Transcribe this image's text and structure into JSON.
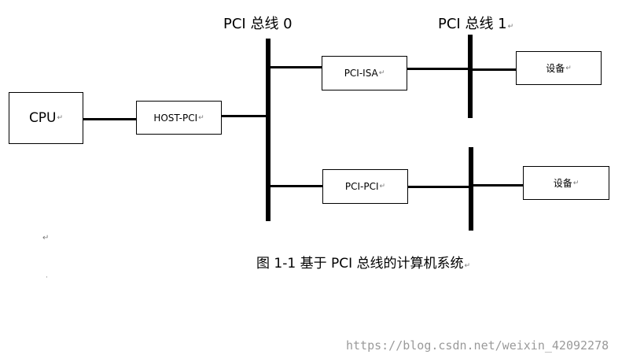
{
  "diagram": {
    "bus0_label": "PCI 总线 0",
    "bus1_label": "PCI 总线 1",
    "cpu_label": "CPU",
    "host_pci_label": "HOST-PCI",
    "pci_isa_label": "PCI-ISA",
    "pci_pci_label": "PCI-PCI",
    "device_top_label": "设备",
    "device_bottom_label": "设备",
    "caption": "图 1-1 基于 PCI 总线的计算机系统",
    "paragraph_mark": "↵",
    "top_tick": "ˇ",
    "stray_dot": "·"
  },
  "watermark": "https://blog.csdn.net/weixin_42092278",
  "colors": {
    "line": "#000000",
    "watermark": "#9a9a9a",
    "mark": "#7a7a7a"
  }
}
